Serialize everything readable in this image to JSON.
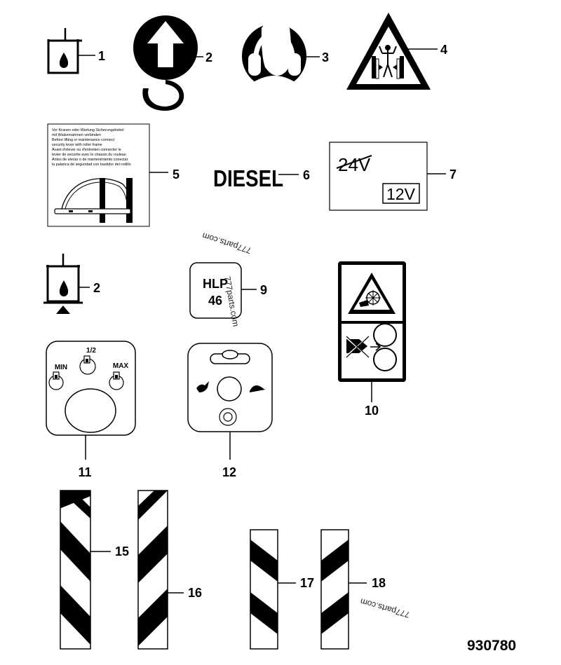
{
  "diagram": {
    "drawing_number": "930780",
    "callouts": [
      "1",
      "2",
      "3",
      "4",
      "5",
      "6",
      "7",
      "2",
      "9",
      "10",
      "11",
      "12",
      "15",
      "16",
      "17",
      "18"
    ],
    "decals": {
      "diesel": "DIESEL",
      "voltage_struck": "24V",
      "voltage": "12V",
      "hydraulic_oil": [
        "HLP",
        "46"
      ],
      "throttle_labels": {
        "half": "1/2",
        "min": "MIN",
        "max": "MAX"
      },
      "warning_text": [
        "Vor Kranen oder Wartung Sicherungshebel",
        "mit Walzenrahmen verbinden",
        "Before lifting or maintenance connect",
        "security lever with roller frame",
        "Avant d'elever ou d'entretien connecter le",
        "levier de securite avec le chassis du rouleau",
        "Antes de elevar o de mantenimiento conectar",
        "la palanca de seguridad con bastidor del rodillo"
      ]
    },
    "watermarks": [
      "777parts.com",
      "777parts.com",
      "777parts.com"
    ]
  }
}
